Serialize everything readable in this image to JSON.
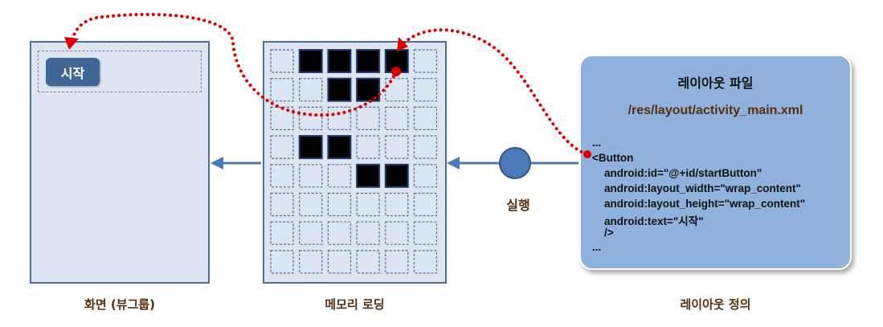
{
  "screen": {
    "button_label": "시작",
    "caption": "화면 (뷰그룹)"
  },
  "memory": {
    "caption": "메모리 로딩",
    "filled_cells": [
      [
        0,
        1
      ],
      [
        0,
        2
      ],
      [
        0,
        3
      ],
      [
        0,
        4
      ],
      [
        1,
        2
      ],
      [
        1,
        3
      ],
      [
        3,
        1
      ],
      [
        3,
        2
      ],
      [
        4,
        3
      ],
      [
        4,
        4
      ]
    ]
  },
  "layout_file": {
    "title": "레이아웃 파일",
    "path": "/res/layout/activity_main.xml",
    "code_lines": [
      "...",
      "<Button",
      "    android:id=\"@+id/startButton\"",
      "    android:layout_width=\"wrap_content\"",
      "    android:layout_height=\"wrap_content\"",
      "    android:text=\"시작\"",
      "    />",
      "..."
    ]
  },
  "execute_label": "실행",
  "layout_caption": "레이아웃 정의",
  "colors": {
    "arrow": "#4a7ab8",
    "dotted_arrow": "#e00000",
    "panel_border": "#4a6fa5",
    "card_bg": "#8eb2dc",
    "caption_text": "#5a2e0c"
  }
}
